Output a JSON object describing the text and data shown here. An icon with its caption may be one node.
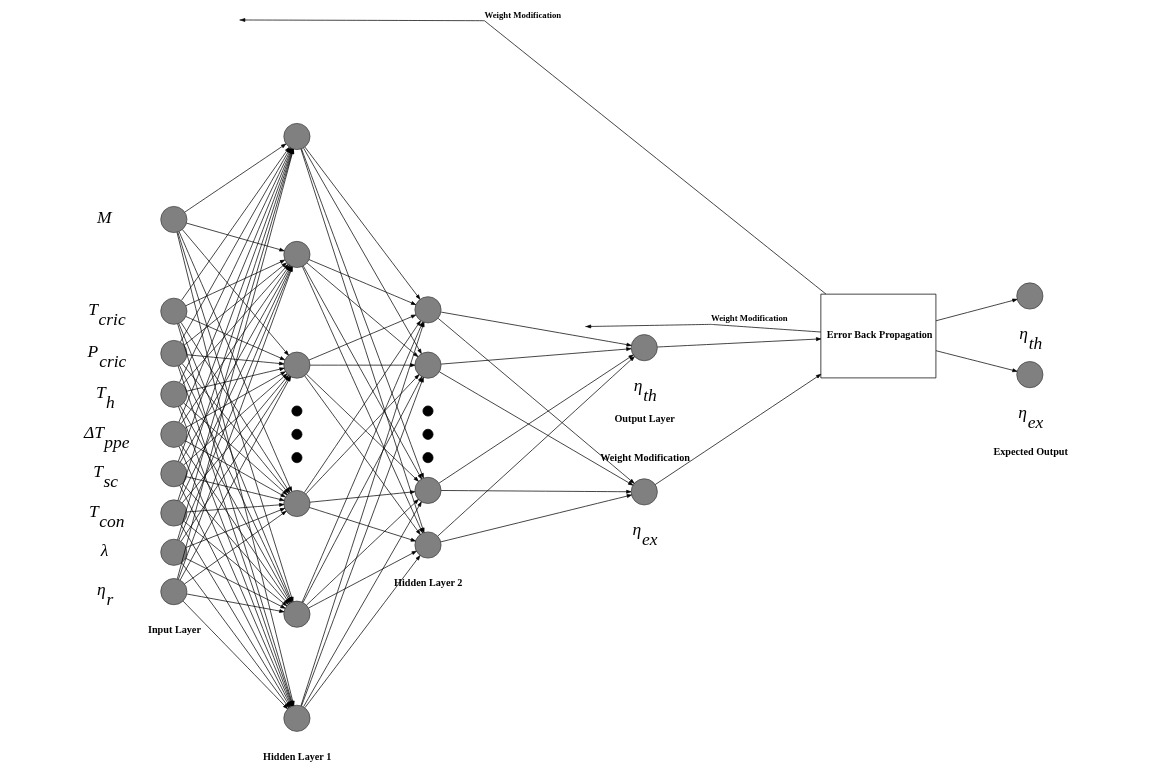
{
  "diagram": {
    "nodes": [
      {
        "text": [],
        "shape": "circle",
        "beside": [
          "M"
        ]
      },
      {
        "text": [],
        "shape": "circle",
        "beside": [
          "T$_{cric}$"
        ]
      },
      {
        "text": [],
        "shape": "circle",
        "beside": [
          "P$_{cric}$"
        ]
      },
      {
        "text": [],
        "shape": "circle",
        "beside": [
          "T$_{h}$"
        ]
      },
      {
        "text": [],
        "shape": "circle",
        "beside": [
          "ΔT$_{ppe}$"
        ]
      },
      {
        "text": [],
        "shape": "circle",
        "beside": [
          "T$_{sc}$"
        ]
      },
      {
        "text": [],
        "shape": "circle",
        "beside": [
          "T$_{con}$"
        ]
      },
      {
        "text": [],
        "shape": "circle",
        "beside": [
          "λ"
        ]
      },
      {
        "text": [],
        "shape": "circle",
        "beside": [
          "η$_{r}$"
        ]
      },
      {
        "text": [],
        "shape": "circle"
      },
      {
        "text": [],
        "shape": "circle"
      },
      {
        "text": [],
        "shape": "circle"
      },
      {
        "text": [],
        "shape": "dot"
      },
      {
        "text": [],
        "shape": "dot"
      },
      {
        "text": [],
        "shape": "dot"
      },
      {
        "text": [],
        "shape": "circle"
      },
      {
        "text": [],
        "shape": "circle"
      },
      {
        "text": [],
        "shape": "circle"
      },
      {
        "text": [],
        "shape": "circle"
      },
      {
        "text": [],
        "shape": "circle"
      },
      {
        "text": [],
        "shape": "dot"
      },
      {
        "text": [],
        "shape": "dot"
      },
      {
        "text": [],
        "shape": "dot"
      },
      {
        "text": [],
        "shape": "circle"
      },
      {
        "text": [],
        "shape": "circle"
      },
      {
        "text": [],
        "shape": "circle",
        "beside": [
          "η$_{th}$"
        ]
      },
      {
        "text": [],
        "shape": "circle",
        "beside": [
          "η$_{ex}$"
        ]
      },
      {
        "text": [
          "Error Back Propagation"
        ]
      },
      {
        "text": [],
        "shape": "circle",
        "beside": [
          "η$_{th}$"
        ]
      },
      {
        "text": [],
        "shape": "circle",
        "beside": [
          "η$_{ex}$"
        ]
      }
    ],
    "edges": [
      {
        "from": 0,
        "to": 9,
        "arrow": "to"
      },
      {
        "from": 0,
        "to": 10,
        "arrow": "to"
      },
      {
        "from": 0,
        "to": 11,
        "arrow": "to"
      },
      {
        "from": 0,
        "to": 15,
        "arrow": "to"
      },
      {
        "from": 0,
        "to": 16,
        "arrow": "to"
      },
      {
        "from": 0,
        "to": 17,
        "arrow": "to"
      },
      {
        "from": 1,
        "to": 9,
        "arrow": "to"
      },
      {
        "from": 1,
        "to": 10,
        "arrow": "to"
      },
      {
        "from": 1,
        "to": 11,
        "arrow": "to"
      },
      {
        "from": 1,
        "to": 15,
        "arrow": "to"
      },
      {
        "from": 1,
        "to": 16,
        "arrow": "to"
      },
      {
        "from": 1,
        "to": 17,
        "arrow": "to"
      },
      {
        "from": 2,
        "to": 9,
        "arrow": "to"
      },
      {
        "from": 2,
        "to": 10,
        "arrow": "to"
      },
      {
        "from": 2,
        "to": 11,
        "arrow": "to"
      },
      {
        "from": 2,
        "to": 15,
        "arrow": "to"
      },
      {
        "from": 2,
        "to": 16,
        "arrow": "to"
      },
      {
        "from": 2,
        "to": 17,
        "arrow": "to"
      },
      {
        "from": 3,
        "to": 9,
        "arrow": "to"
      },
      {
        "from": 3,
        "to": 10,
        "arrow": "to"
      },
      {
        "from": 3,
        "to": 11,
        "arrow": "to"
      },
      {
        "from": 3,
        "to": 15,
        "arrow": "to"
      },
      {
        "from": 3,
        "to": 16,
        "arrow": "to"
      },
      {
        "from": 3,
        "to": 17,
        "arrow": "to"
      },
      {
        "from": 4,
        "to": 9,
        "arrow": "to"
      },
      {
        "from": 4,
        "to": 10,
        "arrow": "to"
      },
      {
        "from": 4,
        "to": 11,
        "arrow": "to"
      },
      {
        "from": 4,
        "to": 15,
        "arrow": "to"
      },
      {
        "from": 4,
        "to": 16,
        "arrow": "to"
      },
      {
        "from": 4,
        "to": 17,
        "arrow": "to"
      },
      {
        "from": 5,
        "to": 9,
        "arrow": "to"
      },
      {
        "from": 5,
        "to": 10,
        "arrow": "to"
      },
      {
        "from": 5,
        "to": 11,
        "arrow": "to"
      },
      {
        "from": 5,
        "to": 15,
        "arrow": "to"
      },
      {
        "from": 5,
        "to": 16,
        "arrow": "to"
      },
      {
        "from": 5,
        "to": 17,
        "arrow": "to"
      },
      {
        "from": 6,
        "to": 9,
        "arrow": "to"
      },
      {
        "from": 6,
        "to": 10,
        "arrow": "to"
      },
      {
        "from": 6,
        "to": 11,
        "arrow": "to"
      },
      {
        "from": 6,
        "to": 15,
        "arrow": "to"
      },
      {
        "from": 6,
        "to": 16,
        "arrow": "to"
      },
      {
        "from": 6,
        "to": 17,
        "arrow": "to"
      },
      {
        "from": 7,
        "to": 9,
        "arrow": "to"
      },
      {
        "from": 7,
        "to": 10,
        "arrow": "to"
      },
      {
        "from": 7,
        "to": 11,
        "arrow": "to"
      },
      {
        "from": 7,
        "to": 15,
        "arrow": "to"
      },
      {
        "from": 7,
        "to": 16,
        "arrow": "to"
      },
      {
        "from": 7,
        "to": 17,
        "arrow": "to"
      },
      {
        "from": 8,
        "to": 9,
        "arrow": "to"
      },
      {
        "from": 8,
        "to": 10,
        "arrow": "to"
      },
      {
        "from": 8,
        "to": 11,
        "arrow": "to"
      },
      {
        "from": 8,
        "to": 15,
        "arrow": "to"
      },
      {
        "from": 8,
        "to": 16,
        "arrow": "to"
      },
      {
        "from": 8,
        "to": 17,
        "arrow": "to"
      },
      {
        "from": 9,
        "to": 18,
        "arrow": "to"
      },
      {
        "from": 9,
        "to": 19,
        "arrow": "to"
      },
      {
        "from": 9,
        "to": 23,
        "arrow": "to"
      },
      {
        "from": 9,
        "to": 24,
        "arrow": "to"
      },
      {
        "from": 10,
        "to": 18,
        "arrow": "to"
      },
      {
        "from": 10,
        "to": 19,
        "arrow": "to"
      },
      {
        "from": 10,
        "to": 23,
        "arrow": "to"
      },
      {
        "from": 10,
        "to": 24,
        "arrow": "to"
      },
      {
        "from": 11,
        "to": 18,
        "arrow": "to"
      },
      {
        "from": 11,
        "to": 19,
        "arrow": "to"
      },
      {
        "from": 11,
        "to": 23,
        "arrow": "to"
      },
      {
        "from": 11,
        "to": 24,
        "arrow": "to"
      },
      {
        "from": 15,
        "to": 18,
        "arrow": "to"
      },
      {
        "from": 15,
        "to": 19,
        "arrow": "to"
      },
      {
        "from": 15,
        "to": 23,
        "arrow": "to"
      },
      {
        "from": 15,
        "to": 24,
        "arrow": "to"
      },
      {
        "from": 16,
        "to": 18,
        "arrow": "to"
      },
      {
        "from": 16,
        "to": 19,
        "arrow": "to"
      },
      {
        "from": 16,
        "to": 23,
        "arrow": "to"
      },
      {
        "from": 16,
        "to": 24,
        "arrow": "to"
      },
      {
        "from": 17,
        "to": 18,
        "arrow": "to"
      },
      {
        "from": 17,
        "to": 19,
        "arrow": "to"
      },
      {
        "from": 17,
        "to": 23,
        "arrow": "to"
      },
      {
        "from": 17,
        "to": 24,
        "arrow": "to"
      },
      {
        "from": 18,
        "to": 25,
        "arrow": "to"
      },
      {
        "from": 18,
        "to": 26,
        "arrow": "to"
      },
      {
        "from": 19,
        "to": 25,
        "arrow": "to"
      },
      {
        "from": 19,
        "to": 26,
        "arrow": "to"
      },
      {
        "from": 23,
        "to": 25,
        "arrow": "to"
      },
      {
        "from": 23,
        "to": 26,
        "arrow": "to"
      },
      {
        "from": 24,
        "to": 25,
        "arrow": "to"
      },
      {
        "from": 24,
        "to": 26,
        "arrow": "to"
      },
      {
        "from": 25,
        "to": 27,
        "arrow": "to"
      },
      {
        "from": 26,
        "to": 27,
        "arrow": "to"
      },
      {
        "from": 27,
        "to": 28,
        "arrow": "to"
      },
      {
        "from": 27,
        "to": 29,
        "arrow": "to"
      },
      {
        "from": 27,
        "to": null,
        "arrow": "to",
        "label": "Weight Modification"
      },
      {
        "from": 27,
        "to": null,
        "arrow": "to",
        "label": "Weight Modification"
      }
    ],
    "labels": [
      "Input Layer",
      "Hidden Layer 1",
      "Hidden Layer 2",
      "Output Layer",
      "Weight Modification",
      "Expected Output"
    ]
  }
}
